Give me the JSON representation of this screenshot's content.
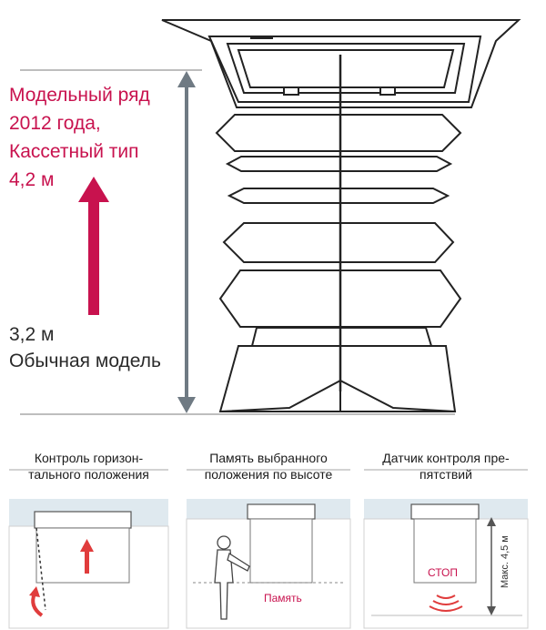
{
  "main": {
    "title_line1": "Модельный ряд",
    "title_line2": "2012 года,",
    "title_line3": "Кассетный тип",
    "height_new": "4,2 м",
    "height_old": "3,2 м",
    "old_model": "Обычная модель"
  },
  "panels": [
    {
      "title_line1": "Контроль горизон-",
      "title_line2": "тального положения"
    },
    {
      "title_line1": "Память выбранного",
      "title_line2": "положения по высоте",
      "memory_label": "Память"
    },
    {
      "title_line1": "Датчик контроля пре-",
      "title_line2": "пятствий",
      "stop_label": "СТОП",
      "max_label": "Макс. 4,5 м"
    }
  ],
  "colors": {
    "accent": "#c8124e",
    "outline": "#2a2a2a",
    "ceiling": "#dfe9ef"
  },
  "icons": [
    "arrow-up-icon",
    "double-arrow-icon",
    "curved-arrow-icon",
    "person-icon",
    "sound-waves-icon"
  ]
}
